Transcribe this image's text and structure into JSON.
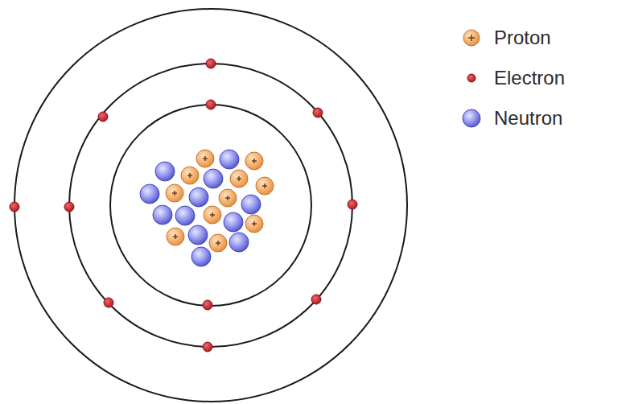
{
  "diagram": {
    "legend": [
      {
        "text": "Proton"
      },
      {
        "text": "Electron"
      },
      {
        "text": "Neutron"
      }
    ]
  }
}
